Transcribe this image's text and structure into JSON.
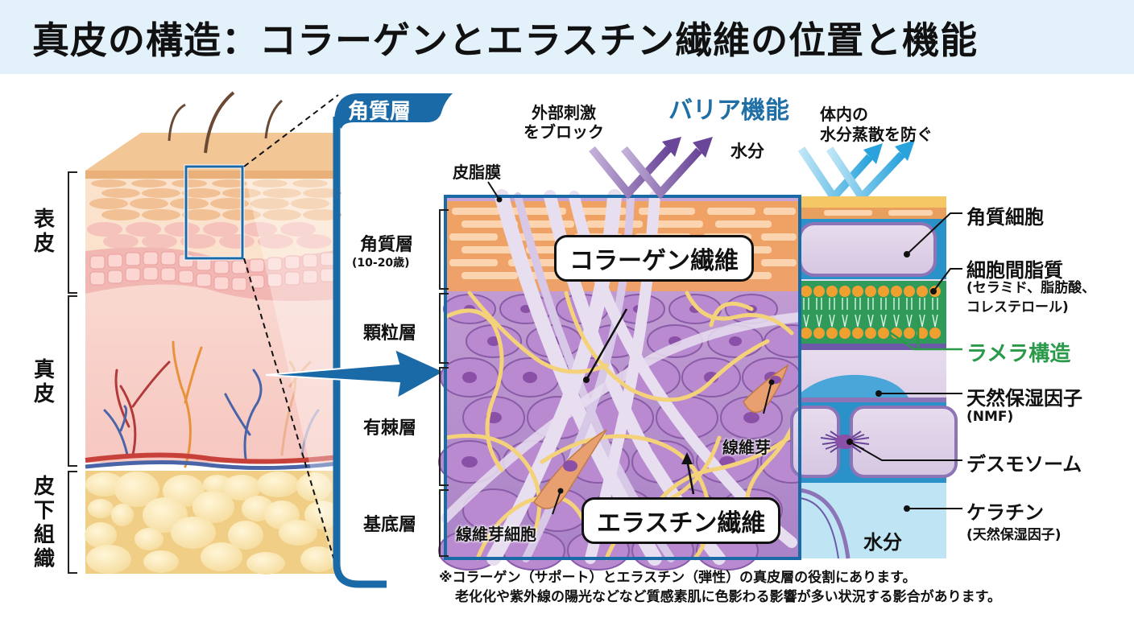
{
  "title": "真皮の構造：コラーゲンとエラスチン繊維の位置と機能",
  "colors": {
    "title_bg": "#e3f1fa",
    "brand_blue": "#1b6aa8",
    "barrier_blue": "#1f6fa6",
    "lamellar_green": "#2a9a4a",
    "purple_arrow": "#7a55a8",
    "cyan_arrow": "#29a3dc",
    "collagen": "#e2d6ec",
    "elastin": "#f3d27a",
    "fat": "#f5dda0"
  },
  "left_panel": {
    "layers": [
      {
        "label": "表皮"
      },
      {
        "label": "真皮"
      },
      {
        "label": "皮下組織"
      }
    ]
  },
  "middle_panel": {
    "header": "角質層",
    "sebum_label": "皮脂膜",
    "external_stimulus": [
      "外部刺激",
      "をブロック"
    ],
    "water_label": "水分",
    "layers": [
      {
        "label": "角質層",
        "sub": "(10-20歳)"
      },
      {
        "label": "顆粒層"
      },
      {
        "label": "有棘層"
      },
      {
        "label": "基底層"
      }
    ],
    "callouts": {
      "collagen": "コラーゲン繊維",
      "elastin": "エラスチン繊維"
    },
    "fibroblast_label": "線維芽",
    "fibroblast_cell_label": "線維芽細胞"
  },
  "right_panel": {
    "barrier_title": "バリア機能",
    "evaporation": [
      "体内の",
      "水分蒸散を防ぐ"
    ],
    "water_label": "水分",
    "labels": [
      {
        "text": "角質細胞"
      },
      {
        "text": "細胞間脂質",
        "sub": [
          "(セラミド、脂肪酸、",
          "コレステロール)"
        ]
      },
      {
        "text": "ラメラ構造",
        "highlight": true
      },
      {
        "text": "天然保湿因子",
        "sub": [
          "(NMF)"
        ]
      },
      {
        "text": "デスモソーム"
      },
      {
        "text": "ケラチン",
        "sub": [
          "(天然保湿因子)"
        ]
      }
    ]
  },
  "footnote": [
    "※コラーゲン（サポート）とエラスチン（弾性）の真皮層の役割にあります。",
    "老化化や紫外線の陽光などなど質感素肌に色影わる影響が多い状況する影合があります。"
  ]
}
